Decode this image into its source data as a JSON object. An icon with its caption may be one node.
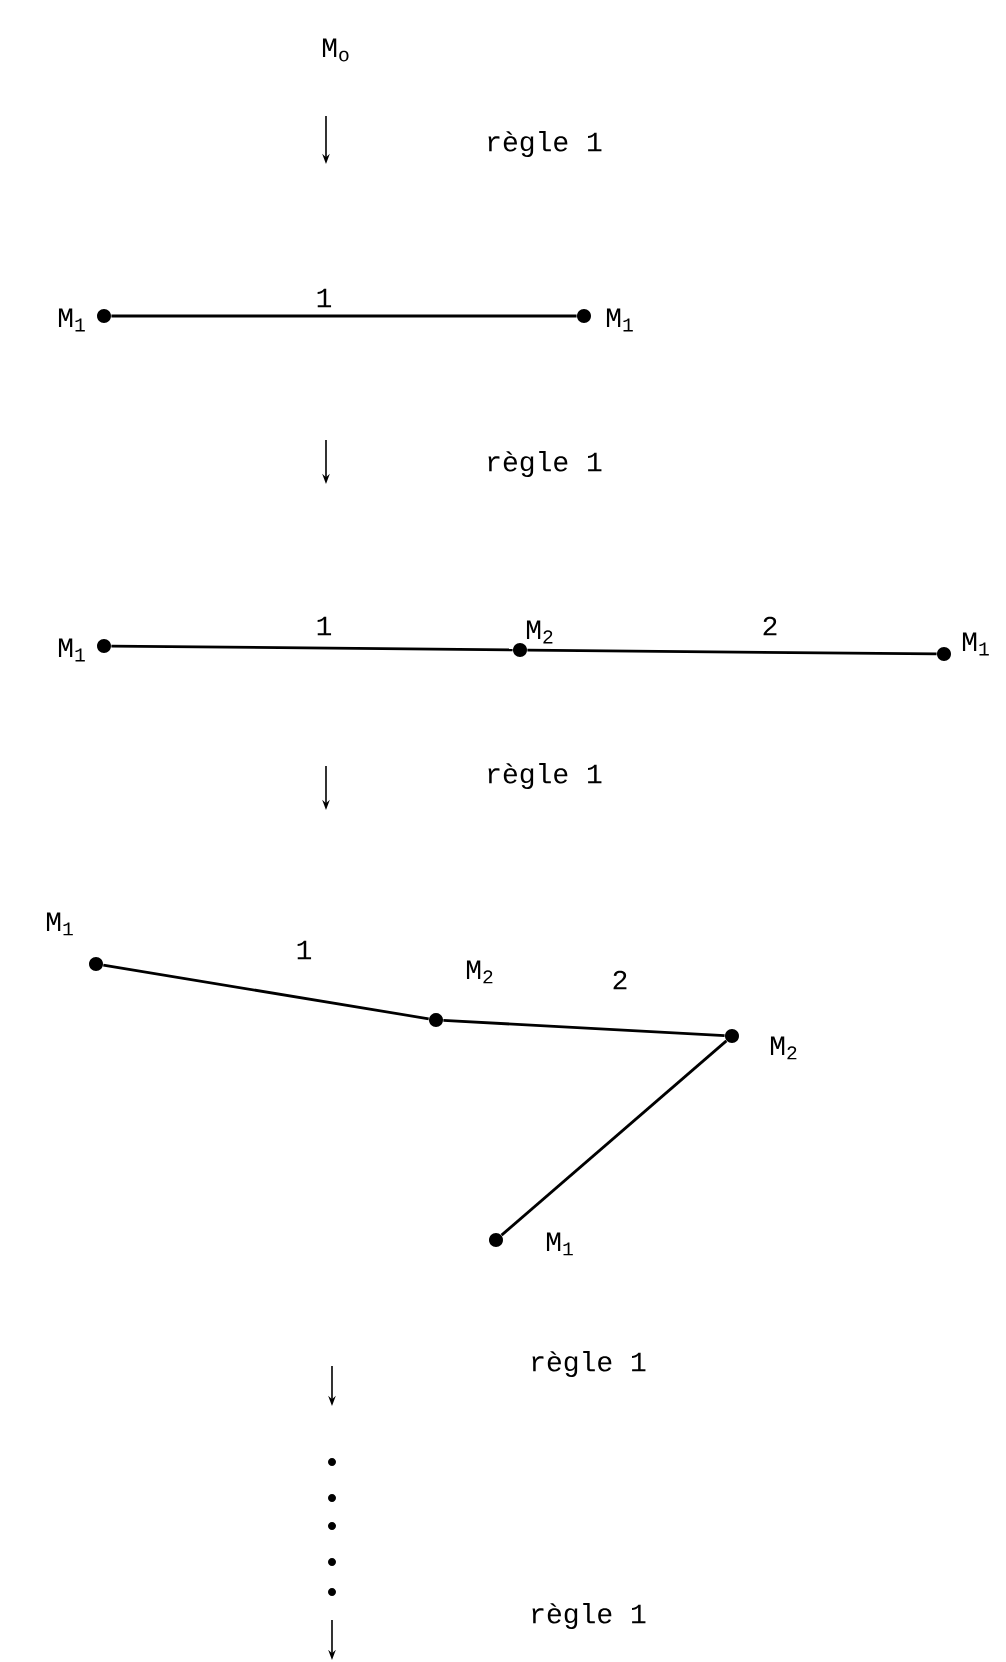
{
  "diagram": {
    "nodes": [
      {
        "text": [],
        "shape": "circle",
        "beside": [
          "M$_{1}$"
        ]
      },
      {
        "text": [],
        "shape": "circle",
        "beside": [
          "M$_{1}$"
        ]
      },
      {
        "text": [],
        "shape": "circle",
        "beside": [
          "M$_{1}$"
        ]
      },
      {
        "text": [],
        "shape": "circle",
        "beside": [
          "M$_{2}$"
        ]
      },
      {
        "text": [],
        "shape": "circle",
        "beside": [
          "M$_{1}$"
        ]
      },
      {
        "text": [],
        "shape": "circle",
        "beside": [
          "M$_{1}$"
        ]
      },
      {
        "text": [],
        "shape": "circle",
        "beside": [
          "M$_{2}$"
        ]
      },
      {
        "text": [],
        "shape": "circle",
        "beside": [
          "M$_{2}$"
        ]
      },
      {
        "text": [],
        "shape": "circle",
        "beside": [
          "M$_{1}$"
        ]
      }
    ],
    "edges": [
      {
        "from": 0,
        "to": 1,
        "arrow": "none",
        "label": "1"
      },
      {
        "from": 2,
        "to": 3,
        "arrow": "none",
        "label": "1"
      },
      {
        "from": 3,
        "to": 4,
        "arrow": "none",
        "label": "2"
      },
      {
        "from": 5,
        "to": 6,
        "arrow": "none",
        "label": "1"
      },
      {
        "from": 6,
        "to": 7,
        "arrow": "none",
        "label": "2"
      },
      {
        "from": 7,
        "to": 8,
        "arrow": "none"
      }
    ],
    "labels": [
      "M$_{o}$",
      "règle 1",
      "règle 1",
      "règle 1",
      "règle 1",
      "règle 1"
    ]
  }
}
